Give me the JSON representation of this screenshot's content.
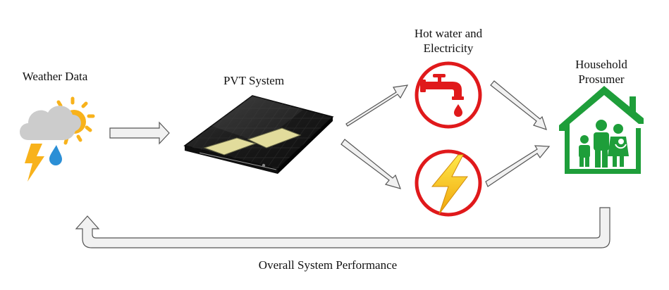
{
  "nodes": {
    "weather": {
      "label": "Weather Data",
      "icon": "weather-storm-icon"
    },
    "pvt": {
      "label": "PVT System",
      "icon": "pvt-panel-icon"
    },
    "outputs": {
      "title_line1": "Hot water and",
      "title_line2": "Electricity",
      "hot_water_icon": "water-tap-icon",
      "electricity_icon": "lightning-bolt-icon"
    },
    "household": {
      "label_line1": "Household",
      "label_line2": "Prosumer",
      "icon": "family-house-icon"
    }
  },
  "feedback": {
    "label": "Overall System Performance"
  },
  "colors": {
    "accent_red": "#e0191b",
    "house_green": "#1e9e3a",
    "bolt_yellow": "#f7d21e",
    "sun_yellow": "#f8b21b",
    "cloud_gray": "#c9c9c9",
    "rain_blue": "#2b8fd6",
    "arrow_fill": "#f1f1f1",
    "arrow_stroke": "#555555",
    "panel_black": "#161616"
  }
}
